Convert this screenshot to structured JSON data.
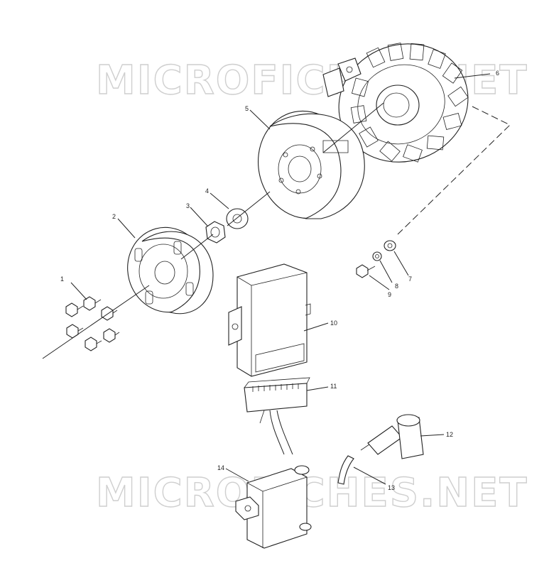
{
  "watermark": {
    "top": "MICROFICHES.NET",
    "bottom": "MICROFICHES.NET"
  },
  "callouts": {
    "p1": "1",
    "p2": "2",
    "p3": "3",
    "p4": "4",
    "p5": "5",
    "p6": "6",
    "p7": "7",
    "p8": "8",
    "p9": "9",
    "p10": "10",
    "p11": "11",
    "p12": "12",
    "p13": "13",
    "p14": "14"
  }
}
